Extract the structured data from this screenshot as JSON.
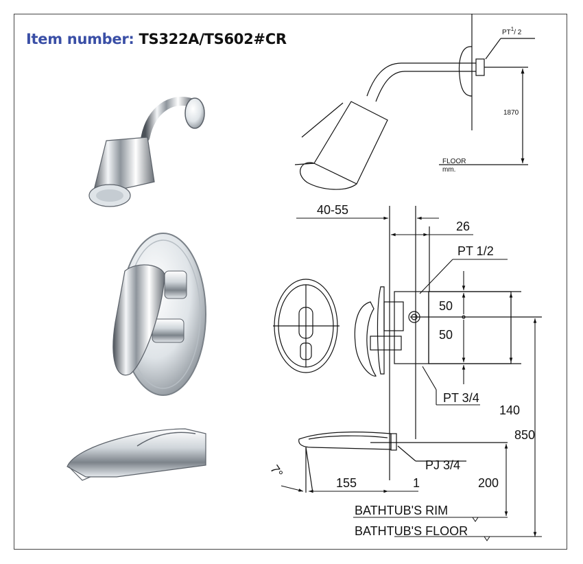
{
  "header": {
    "item_label": "Item number:",
    "item_number": "TS322A/TS602#CR"
  },
  "shower_head_drawing": {
    "thread": "PT",
    "thread_superscript": "1",
    "thread_denominator": "/ 2",
    "height": "1870",
    "floor_label": "FLOOR",
    "unit": "mm."
  },
  "valve_drawing": {
    "dim_40_55": "40-55",
    "dim_26": "26",
    "pt_1_2": "PT 1/2",
    "dim_50_top": "50",
    "dim_50_bottom": "50",
    "pt_3_4": "PT 3/4",
    "dim_140": "140",
    "dim_850": "850"
  },
  "spout_drawing": {
    "pj_3_4": "PJ 3/4",
    "angle": "7°",
    "dim_155": "155",
    "dim_1": "1",
    "dim_200": "200",
    "rim_label": "BATHTUB'S RIM",
    "floor_label": "BATHTUB'S FLOOR"
  },
  "colors": {
    "title_label": "#3a4fa6",
    "title_number": "#111111",
    "line": "#111111",
    "chrome_dark": "#5a6068",
    "chrome_light": "#e9edf1"
  }
}
